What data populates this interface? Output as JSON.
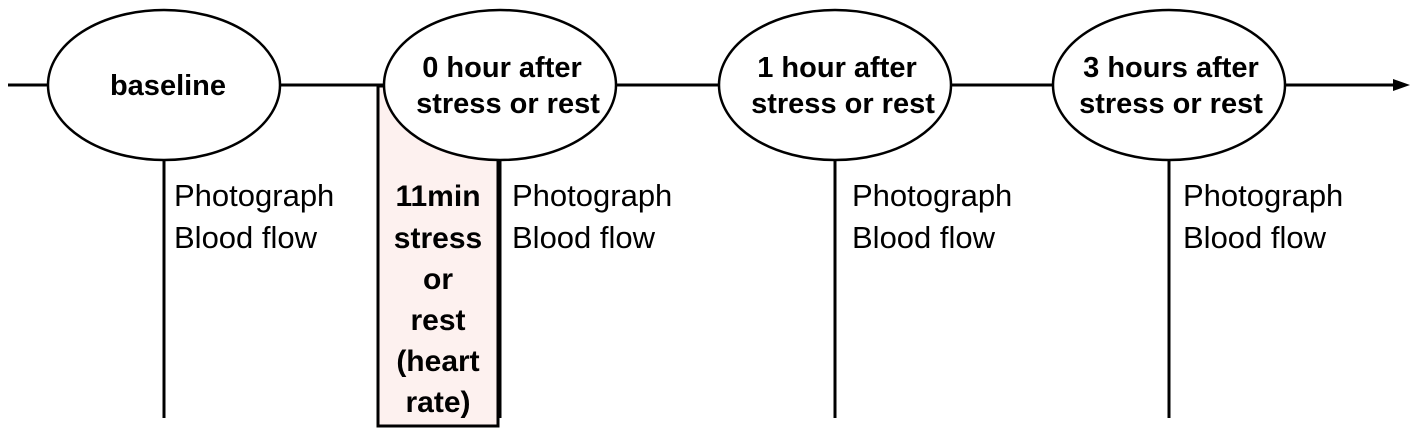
{
  "timepoints": [
    {
      "id": "baseline",
      "lines": [
        "baseline"
      ],
      "measures": [
        "Photograph",
        "Blood flow"
      ]
    },
    {
      "id": "hour-0",
      "lines": [
        "0 hour after",
        "stress or rest"
      ],
      "measures": [
        "Photograph",
        "Blood flow"
      ]
    },
    {
      "id": "hour-1",
      "lines": [
        "1 hour after",
        "stress or rest"
      ],
      "measures": [
        "Photograph",
        "Blood flow"
      ]
    },
    {
      "id": "hour-3",
      "lines": [
        "3 hours after",
        "stress or rest"
      ],
      "measures": [
        "Photograph",
        "Blood flow"
      ]
    }
  ],
  "intervention": {
    "lines": [
      "11min",
      "stress",
      "or",
      "rest",
      "(heart",
      "rate)"
    ],
    "fill_color": "#fdf1ef"
  },
  "colors": {
    "line": "#000000",
    "background": "#ffffff"
  }
}
